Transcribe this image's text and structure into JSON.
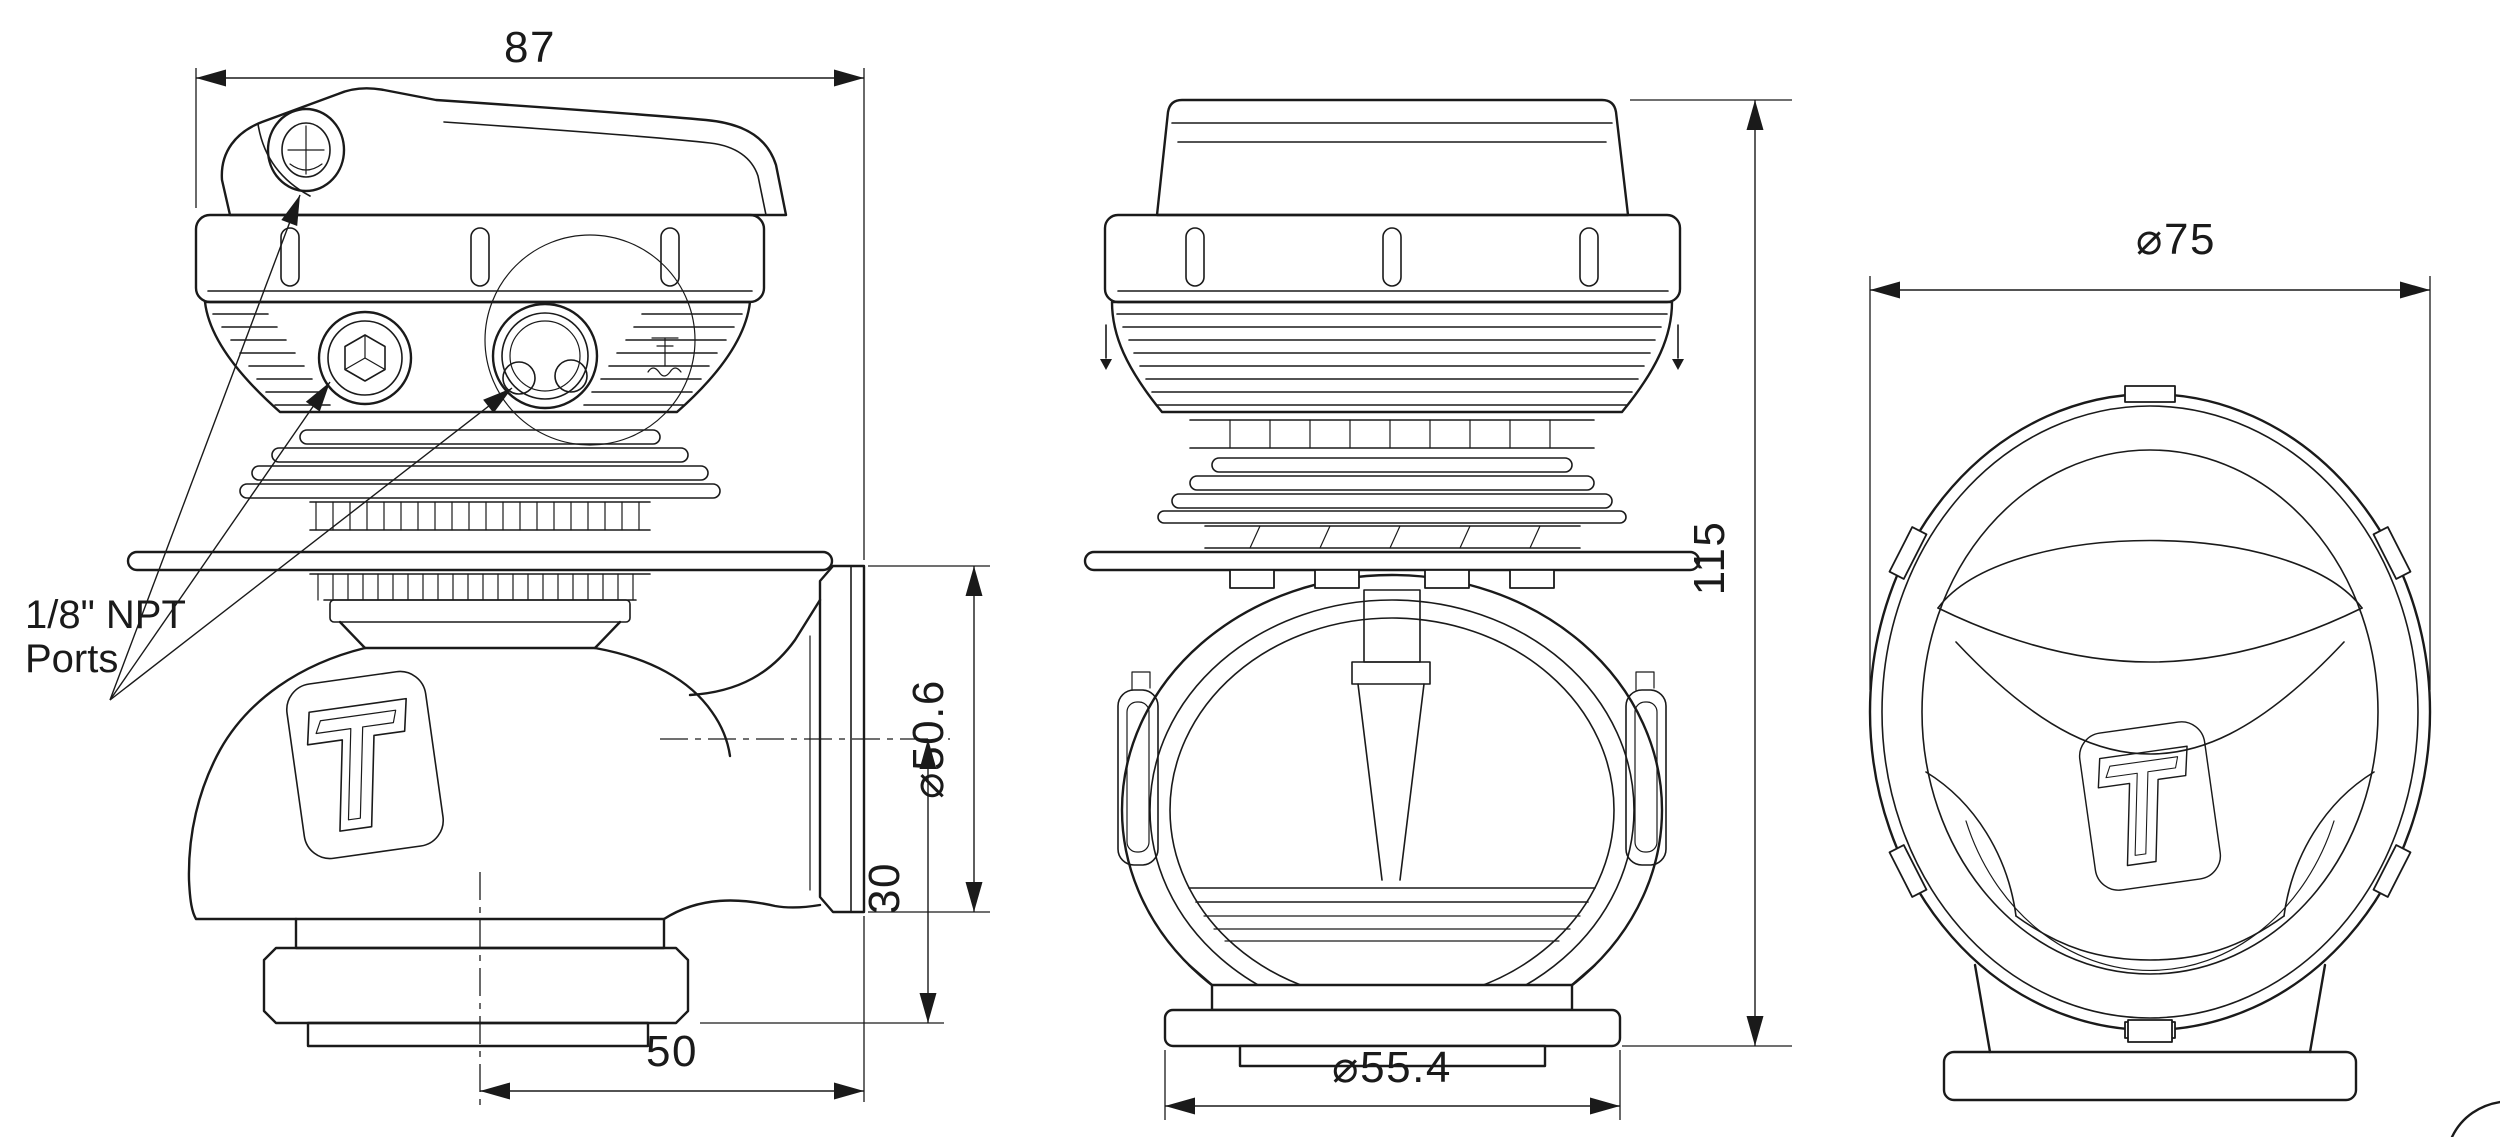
{
  "page": {
    "background_color": "#ffffff",
    "line_color": "#1a1a1a"
  },
  "views": {
    "side": {
      "npt_label": {
        "line1": "1/8\" NPT",
        "line2": "Ports"
      },
      "dims": {
        "overall_width": "87",
        "outlet_flange_diameter": "⌀50.6",
        "outlet_center_to_base": "30",
        "outlet_face_offset": "50"
      }
    },
    "front": {
      "dims": {
        "overall_height": "115",
        "base_flange_diameter": "⌀55.4"
      }
    },
    "top": {
      "dims": {
        "cap_diameter": "⌀75"
      }
    }
  }
}
